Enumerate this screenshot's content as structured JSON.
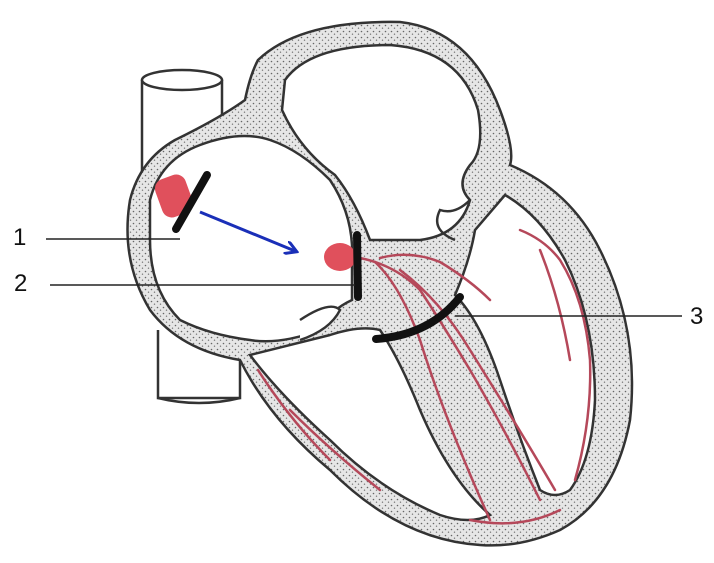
{
  "labels": {
    "one": "1",
    "two": "2",
    "three": "3"
  },
  "colors": {
    "outline": "#3a3a3a",
    "tissue_fill": "#dcdcdc",
    "conduction": "#b5485a",
    "node": "#e0505c",
    "block_bar": "#111111",
    "arrow": "#1a2fb8",
    "leader": "#222222"
  }
}
